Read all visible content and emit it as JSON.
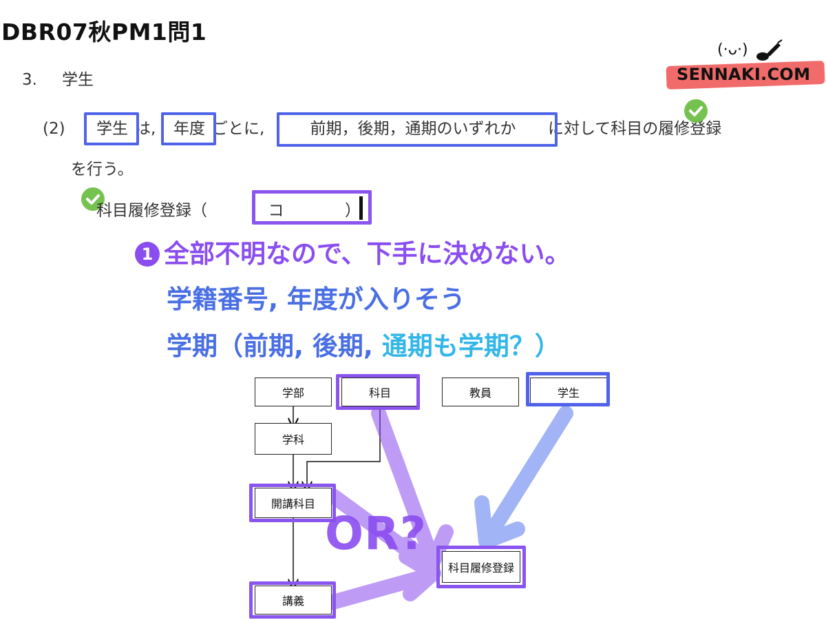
{
  "title": "DBR07秋PM1問1",
  "logo": {
    "text": "SENNAKI.COM",
    "face": "(·ᴗ·)"
  },
  "section": {
    "num": "3.",
    "label": "学生"
  },
  "paragraph": {
    "num": "(2)",
    "t1": "学生",
    "t2": "は,",
    "t3": "年度",
    "t4": "ごとに,",
    "t5": "前期，後期，通期のいずれか",
    "t6": "に対して科目の履修登録",
    "line2": "を行う。"
  },
  "registration": {
    "label": "科目履修登録（",
    "blank": "コ",
    "close": "）"
  },
  "notes": {
    "bullet": "1",
    "line1": "全部不明なので、下手に決めない。",
    "line2": "学籍番号, 年度が入りそう",
    "line3a": "学期（前期, 後期, ",
    "line3b": "通期も学期？）"
  },
  "diagram": {
    "entities": {
      "gakubu": "学部",
      "kamoku": "科目",
      "kyoin": "教員",
      "gakusei": "学生",
      "gakka": "学科",
      "kaiko": "開講科目",
      "rishu": "科目履修登録",
      "kogi": "講義"
    },
    "or_label": "OR?"
  },
  "colors": {
    "purple": "#8a4df0",
    "blue": "#4a6fe3",
    "cyan": "#33b6e8",
    "check": "#6fbf47",
    "logo_bg": "#f26b6b"
  }
}
